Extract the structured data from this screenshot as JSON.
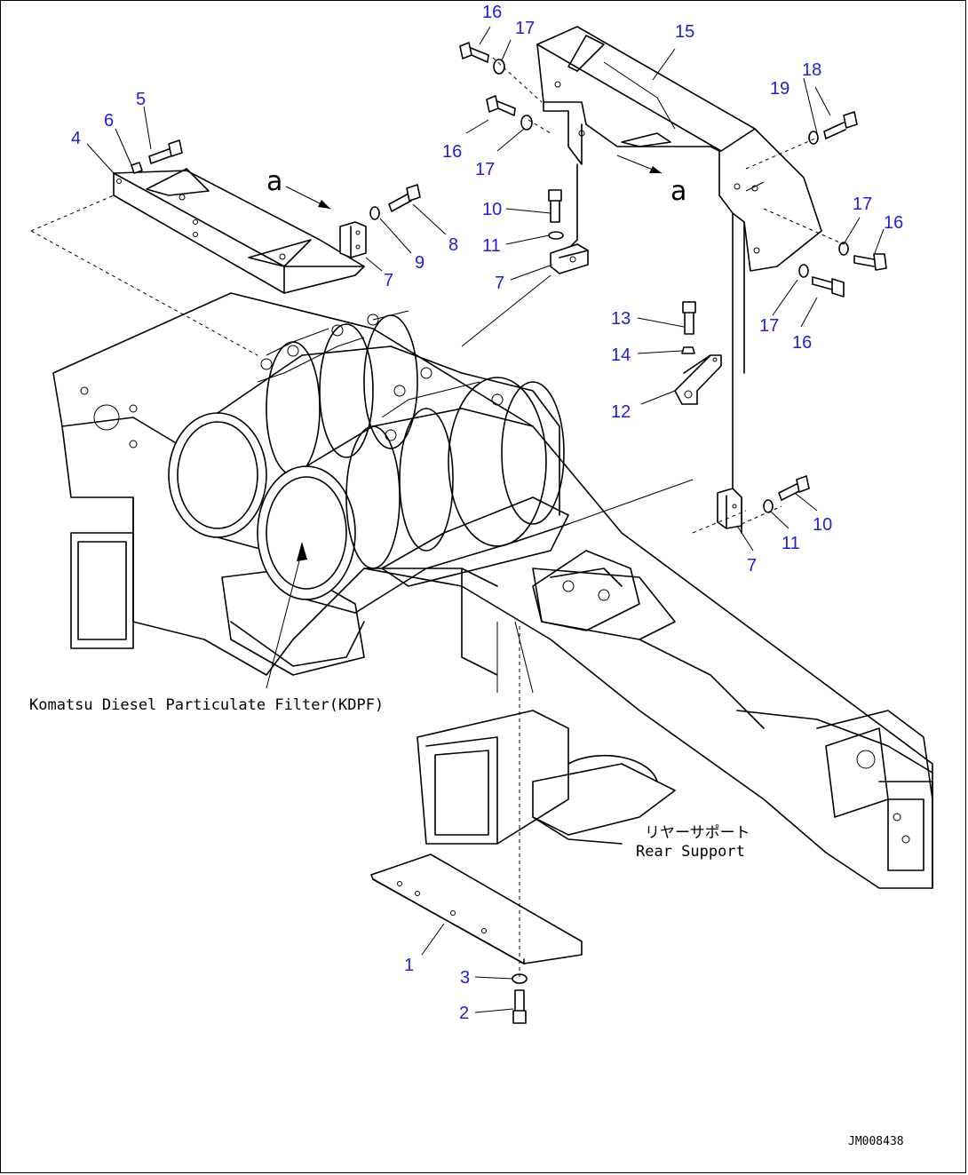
{
  "diagram": {
    "part_labels": {
      "p1": "1",
      "p2": "2",
      "p3": "3",
      "p4": "4",
      "p5": "5",
      "p6": "6",
      "p7a": "7",
      "p7b": "7",
      "p7c": "7",
      "p8": "8",
      "p9": "9",
      "p10a": "10",
      "p10b": "10",
      "p11a": "11",
      "p11b": "11",
      "p12": "12",
      "p13": "13",
      "p14": "14",
      "p15": "15",
      "p16a": "16",
      "p16b": "16",
      "p16c": "16",
      "p16d": "16",
      "p17a": "17",
      "p17b": "17",
      "p17c": "17",
      "p17d": "17",
      "p18": "18",
      "p19": "19"
    },
    "view_marker_left": "a",
    "view_marker_right": "a",
    "kdpf_label": "Komatsu Diesel Particulate Filter(KDPF)",
    "rear_support_jp": "リヤーサポート",
    "rear_support_en": "Rear Support",
    "drawing_code": "JM008438"
  }
}
